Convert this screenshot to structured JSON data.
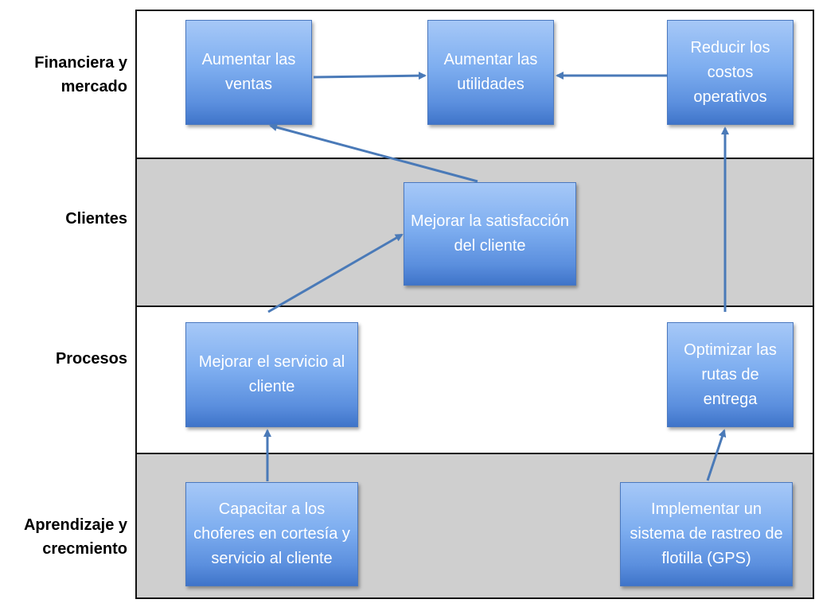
{
  "perspectives": {
    "financiera": "Financiera y mercado",
    "clientes": "Clientes",
    "procesos": "Procesos",
    "aprendizaje": "Aprendizaje y crecmiento"
  },
  "objectives": {
    "aumentar_ventas": "Aumentar las ventas",
    "aumentar_utilidades": "Aumentar las utilidades",
    "reducir_costos": "Reducir los costos operativos",
    "mejorar_satisfaccion": "Mejorar la satisfacción del cliente",
    "mejorar_servicio": "Mejorar el servicio al cliente",
    "optimizar_rutas": "Optimizar las rutas de entrega",
    "capacitar_choferes": "Capacitar a los choferes en cortesía y servicio al cliente",
    "implementar_gps": "Implementar un sistema de rastreo de flotilla (GPS)"
  },
  "colors": {
    "box_top": "#a6c8f7",
    "box_bottom": "#3f74c9",
    "arrow": "#4a7ab8",
    "band_grey": "#cfcfcf"
  }
}
